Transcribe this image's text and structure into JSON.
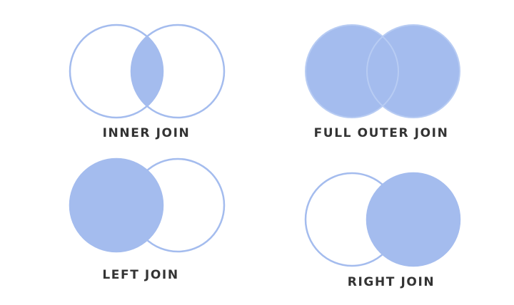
{
  "colors": {
    "fill": "#a4bcee",
    "stroke": "#a4bcee",
    "text": "#333333"
  },
  "diagrams": {
    "inner": {
      "label": "INNER JOIN",
      "shaded": "intersection"
    },
    "full": {
      "label": "FULL OUTER JOIN",
      "shaded": "both"
    },
    "left": {
      "label": "LEFT JOIN",
      "shaded": "left"
    },
    "right": {
      "label": "RIGHT JOIN",
      "shaded": "right"
    }
  }
}
